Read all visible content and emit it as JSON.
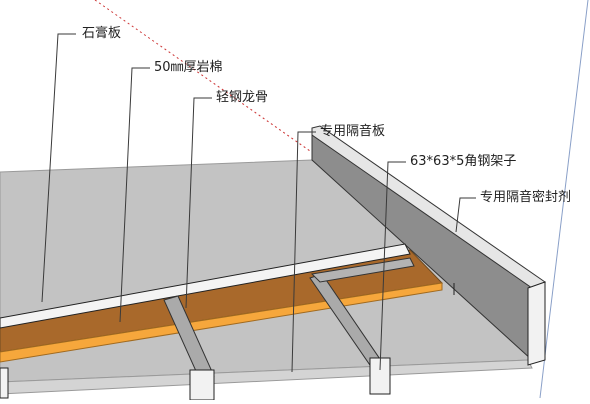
{
  "labels": {
    "gypsum_board": "石膏板",
    "rock_wool": "50㎜厚岩棉",
    "light_steel_keel": "轻钢龙骨",
    "acoustic_board": "专用隔音板",
    "angle_steel_frame": "63*63*5角钢架子",
    "acoustic_sealant": "专用隔音密封剂"
  },
  "colors": {
    "background": "#ffffff",
    "floor_plane": "#c3c3c3",
    "floor_edge": "#d0d0d0",
    "wall": "#8c8c8c",
    "wall_top": "#e8e8e8",
    "wool_dark": "#a86a2c",
    "wool_light": "#f6a73c",
    "steel": "#a9a9a9",
    "steel_dark": "#6f6f6f",
    "leader": "#3a3a3a",
    "axis_red": "#cc3333",
    "axis_blue": "#8aa0c8"
  }
}
